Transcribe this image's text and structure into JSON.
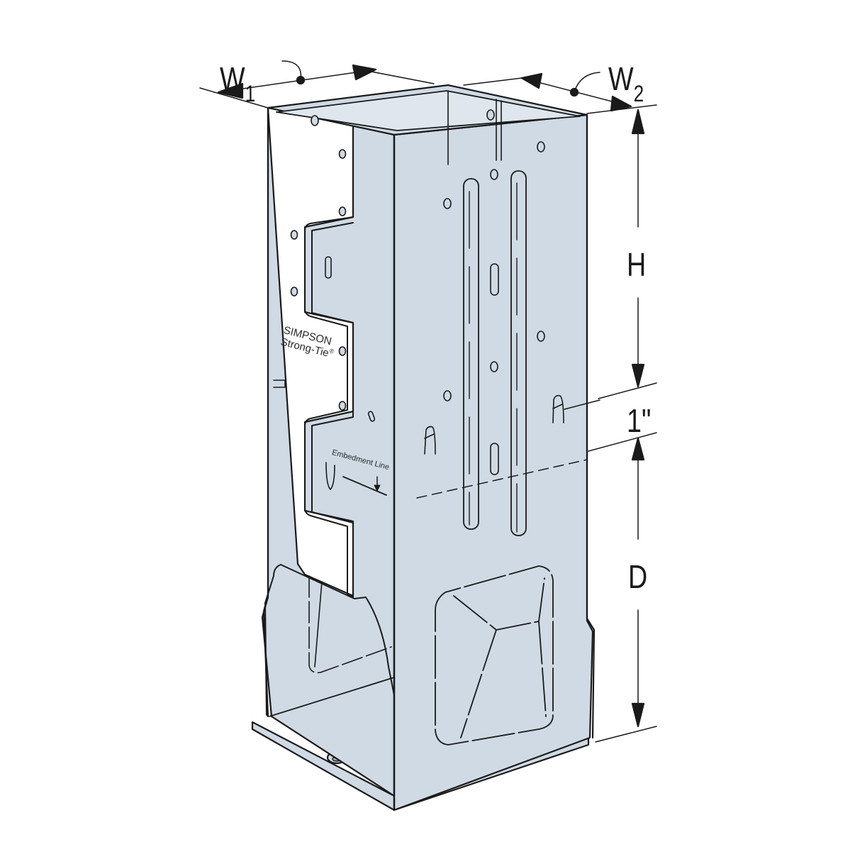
{
  "figure": {
    "subject": "Post base bracket (concrete embed) isometric drawing",
    "colors": {
      "metal_fill": "#cfdae4",
      "line": "#1a1a1a",
      "background": "#ffffff"
    }
  },
  "dimensions": {
    "w1": {
      "main": "W",
      "sub": "1"
    },
    "w2": {
      "main": "W",
      "sub": "2"
    },
    "h": "H",
    "one_inch": "1\"",
    "d": "D"
  },
  "annotations": {
    "embedment_line": "Embedment Line"
  },
  "branding": {
    "line1": "SIMPSON",
    "line2": "Strong-Tie",
    "reg_mark": "®"
  }
}
